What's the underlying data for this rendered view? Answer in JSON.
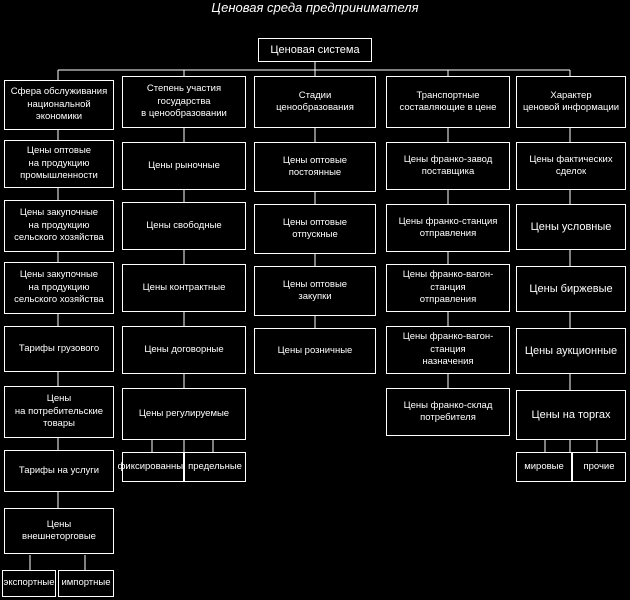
{
  "title": "Ценовая среда предпринимателя",
  "root": "Ценовая система",
  "columns": [
    {
      "header": "Сфера обслуживания\nнациональной экономики",
      "items": [
        "Цены оптовые\nна продукцию\nпромышленности",
        "Цены закупочные\nна продукцию\nсельского хозяйства",
        "Цены закупочные\nна продукцию\nсельского хозяйства",
        "Тарифы грузового",
        "Цены\nна потребительские\nтовары",
        "Тарифы на услуги",
        "Цены\nвнешнеторговые"
      ],
      "leaves": [
        "экспортные",
        "импортные"
      ]
    },
    {
      "header": "Степень участия государства\nв ценообразовании",
      "items": [
        "Цены рыночные",
        "Цены свободные",
        "Цены контрактные",
        "Цены договорные",
        "Цены регулируемые"
      ],
      "leaves": [
        "фиксированные",
        "предельные"
      ]
    },
    {
      "header": "Стадии\nценообразования",
      "items": [
        "Цены оптовые\nпостоянные",
        "Цены оптовые\nотпускные",
        "Цены оптовые\nзакупки",
        "Цены розничные"
      ],
      "leaves": []
    },
    {
      "header": "Транспортные\nсоставляющие в цене",
      "items": [
        "Цены франко-завод\nпоставщика",
        "Цены франко-станция\nотправления",
        "Цены франко-вагон-станция\nотправления",
        "Цены франко-вагон-станция\nназначения",
        "Цены франко-склад\nпотребителя"
      ],
      "leaves": []
    },
    {
      "header": "Характер\nценовой информации",
      "items": [
        "Цены фактических\nсделок",
        "Цены условные",
        "Цены биржевые",
        "Цены аукционные",
        "Цены на торгах"
      ],
      "leaves": [
        "мировые",
        "прочие"
      ]
    }
  ]
}
